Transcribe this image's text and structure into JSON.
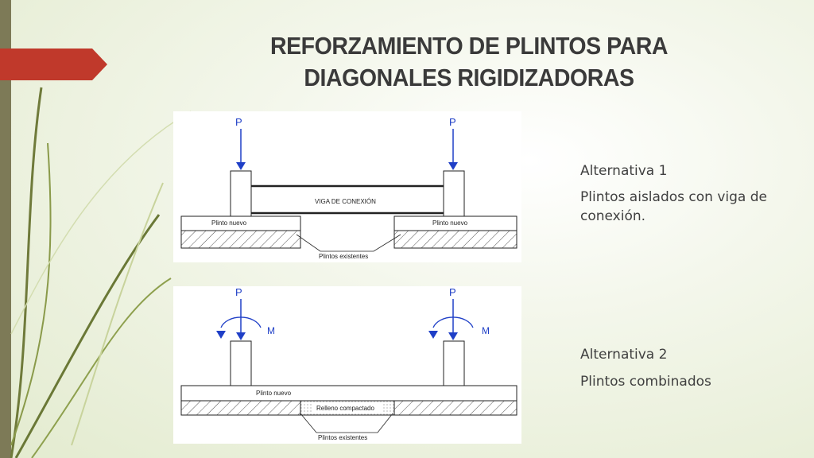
{
  "slide": {
    "title_line1": "REFORZAMIENTO DE PLINTOS PARA",
    "title_line2": "DIAGONALES RIGIDIZADORAS"
  },
  "fig1": {
    "load_left": "P",
    "load_right": "P",
    "beam_label": "VIGA DE CONEXIÓN",
    "footing_left": "Plinto nuevo",
    "footing_right": "Plinto nuevo",
    "existing": "Plintos existentes"
  },
  "fig2": {
    "load_left": "P",
    "load_right": "P",
    "moment_left": "M",
    "moment_right": "M",
    "footing": "Plinto nuevo",
    "fill": "Relleno compactado",
    "existing": "Plintos existentes"
  },
  "text": {
    "alt1_title": "Alternativa 1",
    "alt1_desc": "Plintos aislados con viga de conexión.",
    "alt2_title": "Alternativa 2",
    "alt2_desc": "Plintos combinados"
  },
  "colors": {
    "accent_tab": "#c0392b",
    "arrow": "#1f3fc7",
    "sidebar": "#7d7a57"
  }
}
